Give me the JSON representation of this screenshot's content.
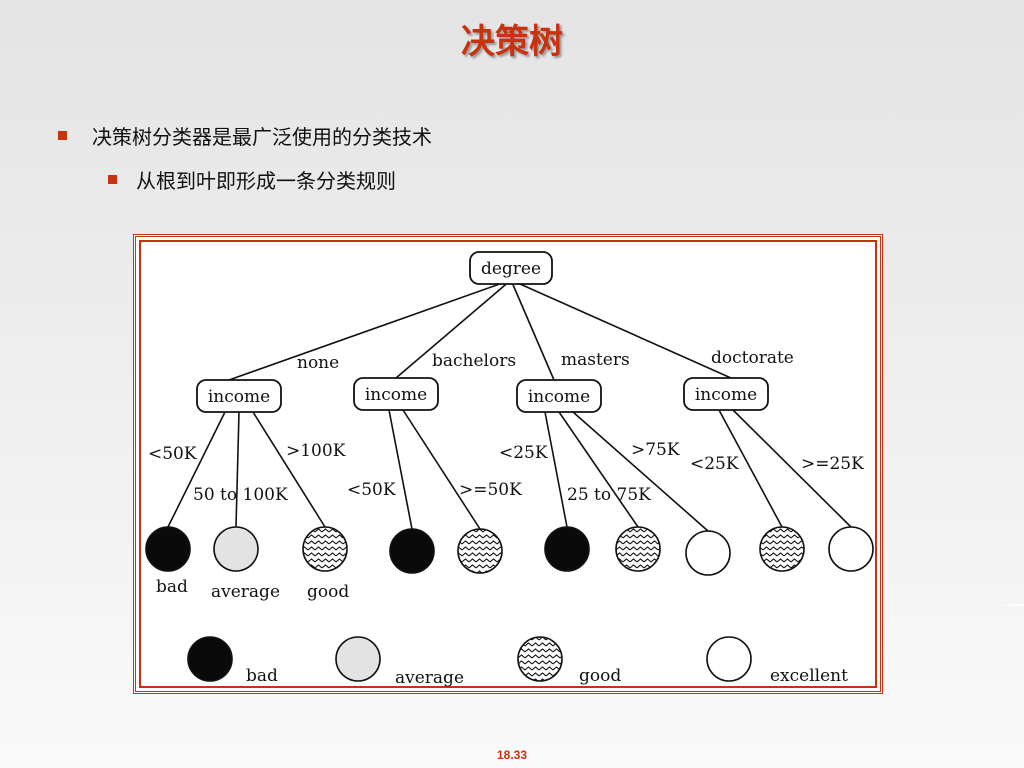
{
  "slide": {
    "title": "决策树",
    "bullets": [
      {
        "level": 1,
        "text": "决策树分类器是最广泛使用的分类技术"
      },
      {
        "level": 2,
        "text": "从根到叶即形成一条分类规则"
      }
    ],
    "page_number": "18.33",
    "accent_color": "#c8330f"
  },
  "tree": {
    "root": "degree",
    "branches": [
      {
        "label": "none",
        "node": "income",
        "children": [
          {
            "edge": "<50K",
            "leaf": "bad"
          },
          {
            "edge": "50 to 100K",
            "leaf": "average"
          },
          {
            "edge": ">100K",
            "leaf": "good"
          }
        ]
      },
      {
        "label": "bachelors",
        "node": "income",
        "children": [
          {
            "edge": "<50K",
            "leaf": "bad"
          },
          {
            "edge": ">=50K",
            "leaf": "good"
          }
        ]
      },
      {
        "label": "masters",
        "node": "income",
        "children": [
          {
            "edge": "<25K",
            "leaf": "bad"
          },
          {
            "edge": "25 to 75K",
            "leaf": "good"
          },
          {
            "edge": ">75K",
            "leaf": "excellent"
          }
        ]
      },
      {
        "label": "doctorate",
        "node": "income",
        "children": [
          {
            "edge": "<25K",
            "leaf": "good"
          },
          {
            "edge": ">=25K",
            "leaf": "excellent"
          }
        ]
      }
    ],
    "leaf_labels_under_first_group": [
      "bad",
      "average",
      "good"
    ],
    "legend": [
      {
        "class": "bad",
        "label": "bad"
      },
      {
        "class": "average",
        "label": "average"
      },
      {
        "class": "good",
        "label": "good"
      },
      {
        "class": "excellent",
        "label": "excellent"
      }
    ]
  }
}
